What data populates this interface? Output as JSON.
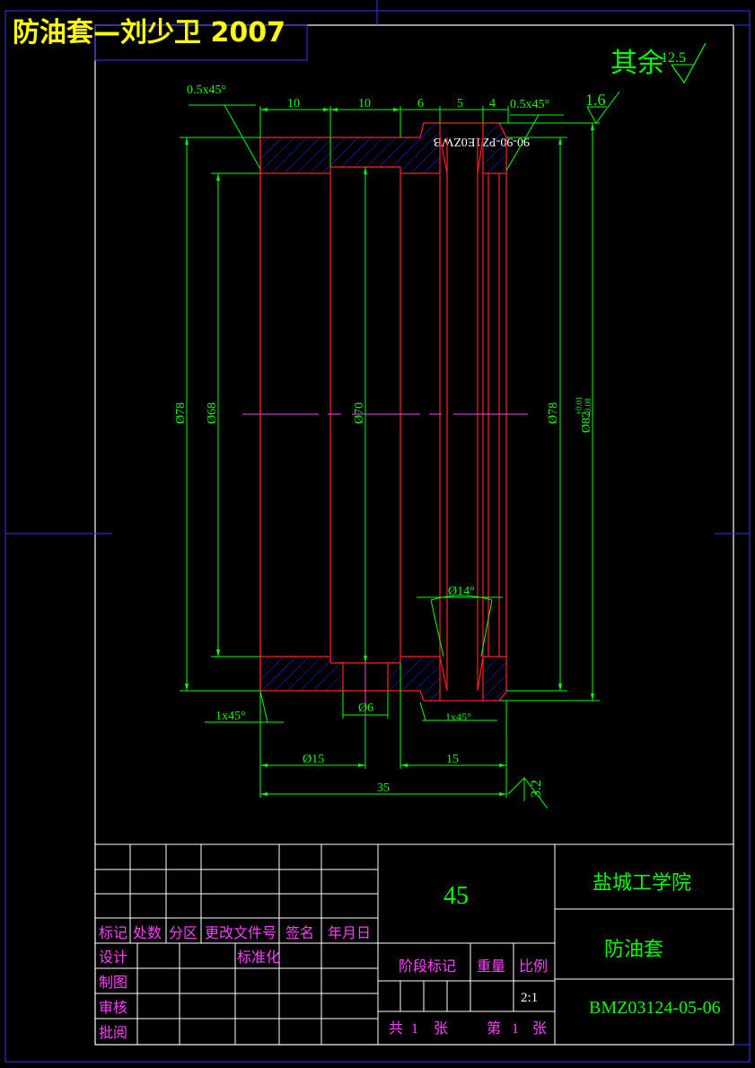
{
  "header": {
    "watermark_title": "防油套—刘少卫 2007",
    "mirrored_drawing_no": "90-90-PZ1E0ZWB"
  },
  "roughness": {
    "other_label": "其余",
    "other_value": "12.5",
    "top_value": "1.6",
    "end_value": "3.2"
  },
  "dimensions": {
    "chamfer_top_left": "0.5x45°",
    "chamfer_top_right": "0.5x45°",
    "d10a": "10",
    "d10b": "10",
    "d6": "6",
    "d5": "5",
    "d4": "4",
    "dia78_left": "Ø78",
    "dia68": "Ø68",
    "dia70": "Ø70",
    "dia78_right": "Ø78",
    "dia82": "Ø82",
    "dia82_tol_upper": "+0.01",
    "dia82_tol_lower": "-0.08",
    "angle14": "Ø14°",
    "chamfer_1x45_left": "1x45°",
    "chamfer_1x45_right": "1x45°",
    "dia6": "Ø6",
    "dia15": "Ø15",
    "d15": "15",
    "d35": "35"
  },
  "title_block": {
    "material": "45",
    "school": "盐城工学院",
    "part_name": "防油套",
    "drawing_no": "BMZ03124-05-06",
    "headers": [
      "标记",
      "处数",
      "分区",
      "更改文件号",
      "签名",
      "年月日"
    ],
    "design": "设计",
    "standardize": "标准化",
    "drafting": "制图",
    "review": "审核",
    "approve": "批阅",
    "stage_mark": "阶段标记",
    "weight": "重量",
    "scale_label": "比例",
    "scale_value": "2:1",
    "total_sheets_prefix": "共",
    "total_sheets": "1",
    "sheets_unit": "张",
    "sheet_prefix": "第",
    "sheet_no": "1",
    "sheet_unit": "张"
  }
}
